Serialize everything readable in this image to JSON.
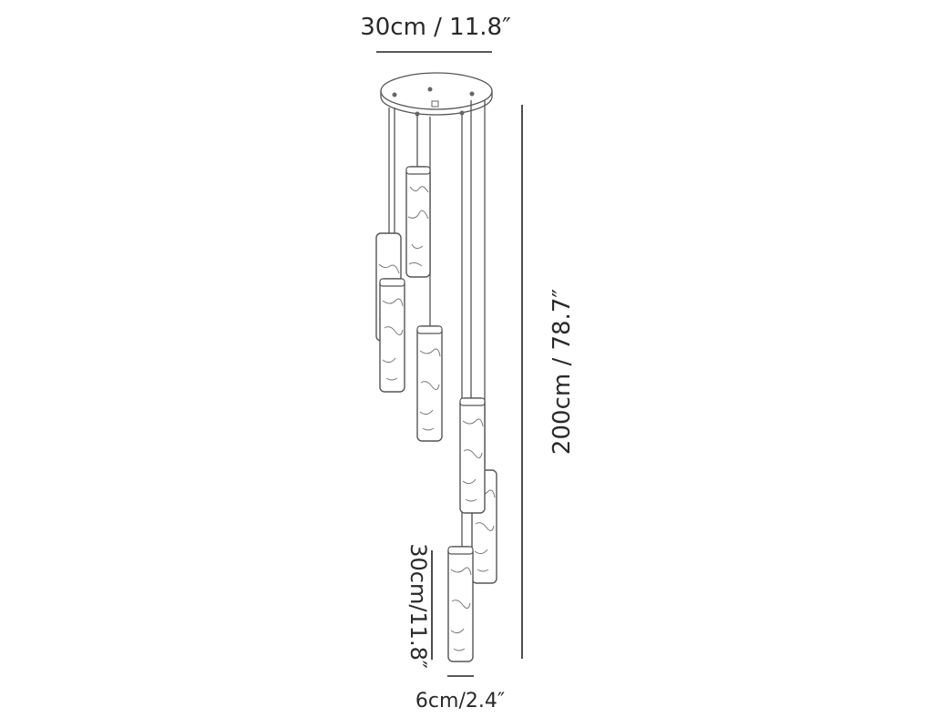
{
  "dimensions": {
    "canopy_width": "30cm / 11.8″",
    "total_height": "200cm / 78.7″",
    "tube_length": "30cm/11.8″",
    "tube_diameter": "6cm/2.4″"
  },
  "pendant_count": 7
}
